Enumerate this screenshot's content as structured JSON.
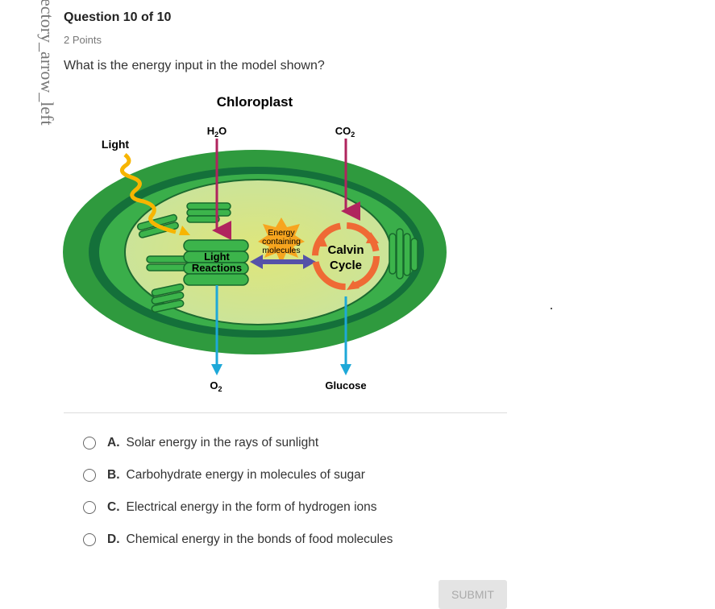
{
  "sidebar": {
    "icon_text": "ectory_arrow_left"
  },
  "question": {
    "title": "Question 10 of 10",
    "points": "2 Points",
    "text": "What is the energy input in the model shown?"
  },
  "diagram": {
    "title": "Chloroplast",
    "h2o": "H",
    "h2o_sub": "2",
    "h2o_o": "O",
    "co2": "CO",
    "co2_sub": "2",
    "light": "Light",
    "light_reactions_1": "Light",
    "light_reactions_2": "Reactions",
    "energy_1": "Energy",
    "energy_2": "containing",
    "energy_3": "molecules",
    "calvin_1": "Calvin",
    "calvin_2": "Cycle",
    "o2": "O",
    "o2_sub": "2",
    "glucose": "Glucose"
  },
  "options": [
    {
      "letter": "A.",
      "text": "Solar energy in the rays of sunlight"
    },
    {
      "letter": "B.",
      "text": "Carbohydrate energy in molecules of sugar"
    },
    {
      "letter": "C.",
      "text": "Electrical energy in the form of hydrogen ions"
    },
    {
      "letter": "D.",
      "text": "Chemical energy in the bonds of food molecules"
    }
  ],
  "submit_label": "SUBMIT"
}
